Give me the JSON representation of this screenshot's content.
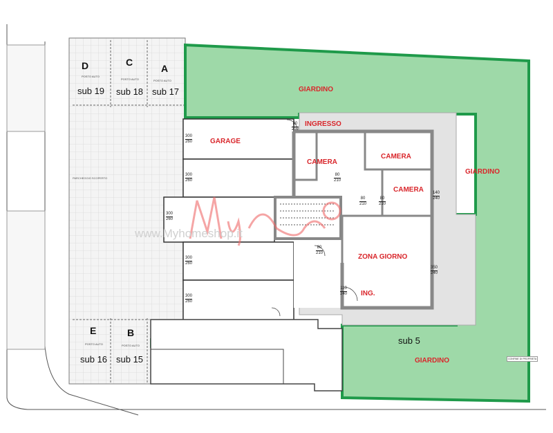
{
  "colors": {
    "garden": "#9ed9a8",
    "hedge": "#1f9a4a",
    "patio": "#e2e2e2",
    "wall": "#888888",
    "label_red": "#d9262b",
    "watermark": "#f06a6a"
  },
  "parking": {
    "label": "PARCHEGGIO SCOPERTO",
    "spaces": [
      {
        "letter": "D",
        "caption": "POSTO AUTO",
        "sub": "sub 19"
      },
      {
        "letter": "C",
        "caption": "POSTO AUTO",
        "sub": "sub 18"
      },
      {
        "letter": "A",
        "caption": "POSTO AUTO",
        "sub": "sub 17"
      },
      {
        "letter": "E",
        "caption": "POSTO AUTO",
        "sub": "sub 16"
      },
      {
        "letter": "B",
        "caption": "POSTO AUTO",
        "sub": "sub 15"
      }
    ]
  },
  "rooms": {
    "garage": "GARAGE",
    "ingresso": "INGRESSO",
    "camera1": "CAMERA",
    "camera2": "CAMERA",
    "camera3": "CAMERA",
    "zona_giorno": "ZONA GIORNO",
    "ing": "ING.",
    "giardino_top": "GIARDINO",
    "giardino_right": "GIARDINO",
    "giardino_bottom": "GIARDINO",
    "unit": "sub 5"
  },
  "garage_dims": [
    {
      "w": "300",
      "h": "260"
    },
    {
      "w": "300",
      "h": "260"
    },
    {
      "w": "300",
      "h": "260"
    },
    {
      "w": "300",
      "h": "260"
    },
    {
      "w": "300",
      "h": "260"
    }
  ],
  "door_dims": [
    {
      "w": "80",
      "h": "210"
    },
    {
      "w": "80",
      "h": "210"
    },
    {
      "w": "80",
      "h": "210"
    },
    {
      "w": "80",
      "h": "210"
    },
    {
      "w": "110",
      "h": "240"
    },
    {
      "w": "80",
      "h": "210"
    }
  ],
  "window_dims": [
    {
      "w": "140",
      "h": "240"
    },
    {
      "w": "350",
      "h": "240"
    }
  ],
  "watermark": "www.Myhomeshop.it",
  "boundary_note": "CONFINE DI PROPRIETA"
}
